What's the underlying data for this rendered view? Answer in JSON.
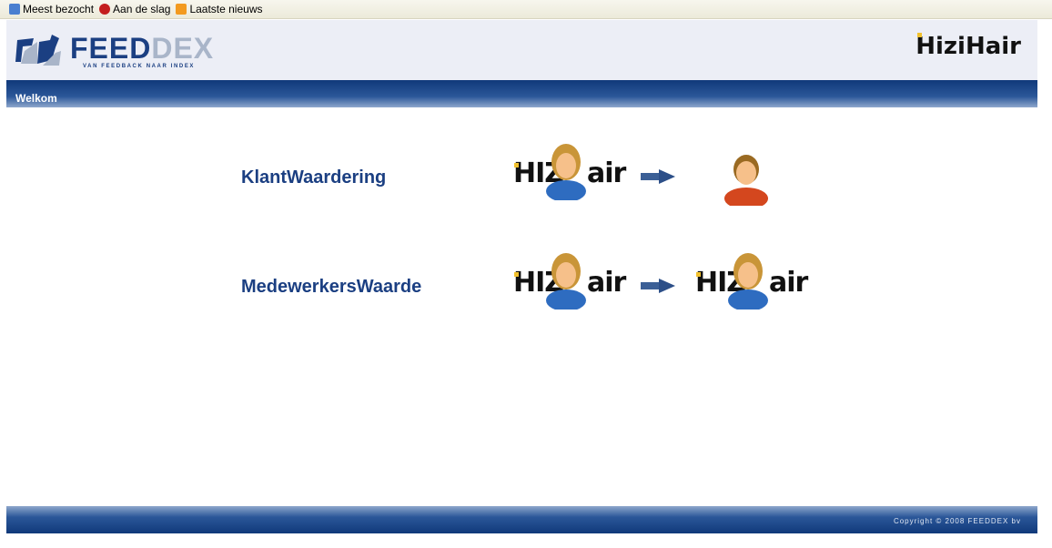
{
  "bookmarks": [
    {
      "label": "Meest bezocht",
      "icon": "most-visited-icon"
    },
    {
      "label": "Aan de slag",
      "icon": "firefox-icon"
    },
    {
      "label": "Laatste nieuws",
      "icon": "rss-icon"
    }
  ],
  "header": {
    "brand": "FEED",
    "brand_suffix": "DEX",
    "tagline": "VAN FEEDBACK NAAR INDEX",
    "client_logo": "HiziHair"
  },
  "nav": {
    "title": "Welkom"
  },
  "main": {
    "rows": [
      {
        "label": "KlantWaardering",
        "from": "HiziHair",
        "to": "klant"
      },
      {
        "label": "MedewerkersWaarde",
        "from": "HiziHair",
        "to": "HiziHair"
      }
    ],
    "logo_text": "HIZ",
    "logo_text2": "air"
  },
  "footer": {
    "copyright": "Copyright © 2008 FEEDDEX bv"
  },
  "colors": {
    "brand": "#1b3f82",
    "accent": "#f2c12e"
  }
}
